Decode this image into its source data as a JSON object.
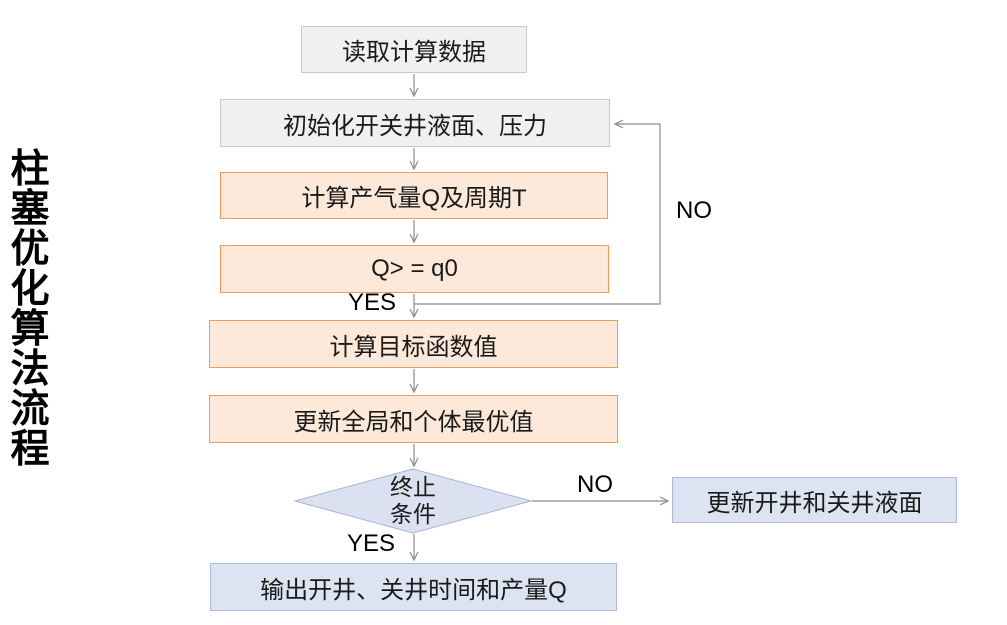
{
  "title": "柱塞优化算法流程",
  "nodes": {
    "read_data": "读取计算数据",
    "init_levels": "初始化开关井液面、压力",
    "calc_gas": "计算产气量Q及周期T",
    "q_check": "Q> = q0",
    "calc_objective": "计算目标函数值",
    "update_best": "更新全局和个体最优值",
    "terminate_line1": "终止",
    "terminate_line2": "条件",
    "update_well_levels": "更新开井和关井液面",
    "output_result": "输出开井、关井时间和产量Q"
  },
  "edge_labels": {
    "q_check_no": "NO",
    "q_check_yes": "YES",
    "terminate_no": "NO",
    "terminate_yes": "YES"
  },
  "colors": {
    "gray_fill": "#F0F0F0",
    "gray_border": "#C9C9C9",
    "orange_fill": "#FCE9D9",
    "orange_border": "#EC9C5D",
    "blue_fill": "#DCE3F1",
    "blue_border": "#ADB9DA",
    "diamond_fill": "#DBE1F0",
    "diamond_border": "#A9B4D5",
    "line": "#8C8C8C",
    "text": "#1A1A1A"
  }
}
